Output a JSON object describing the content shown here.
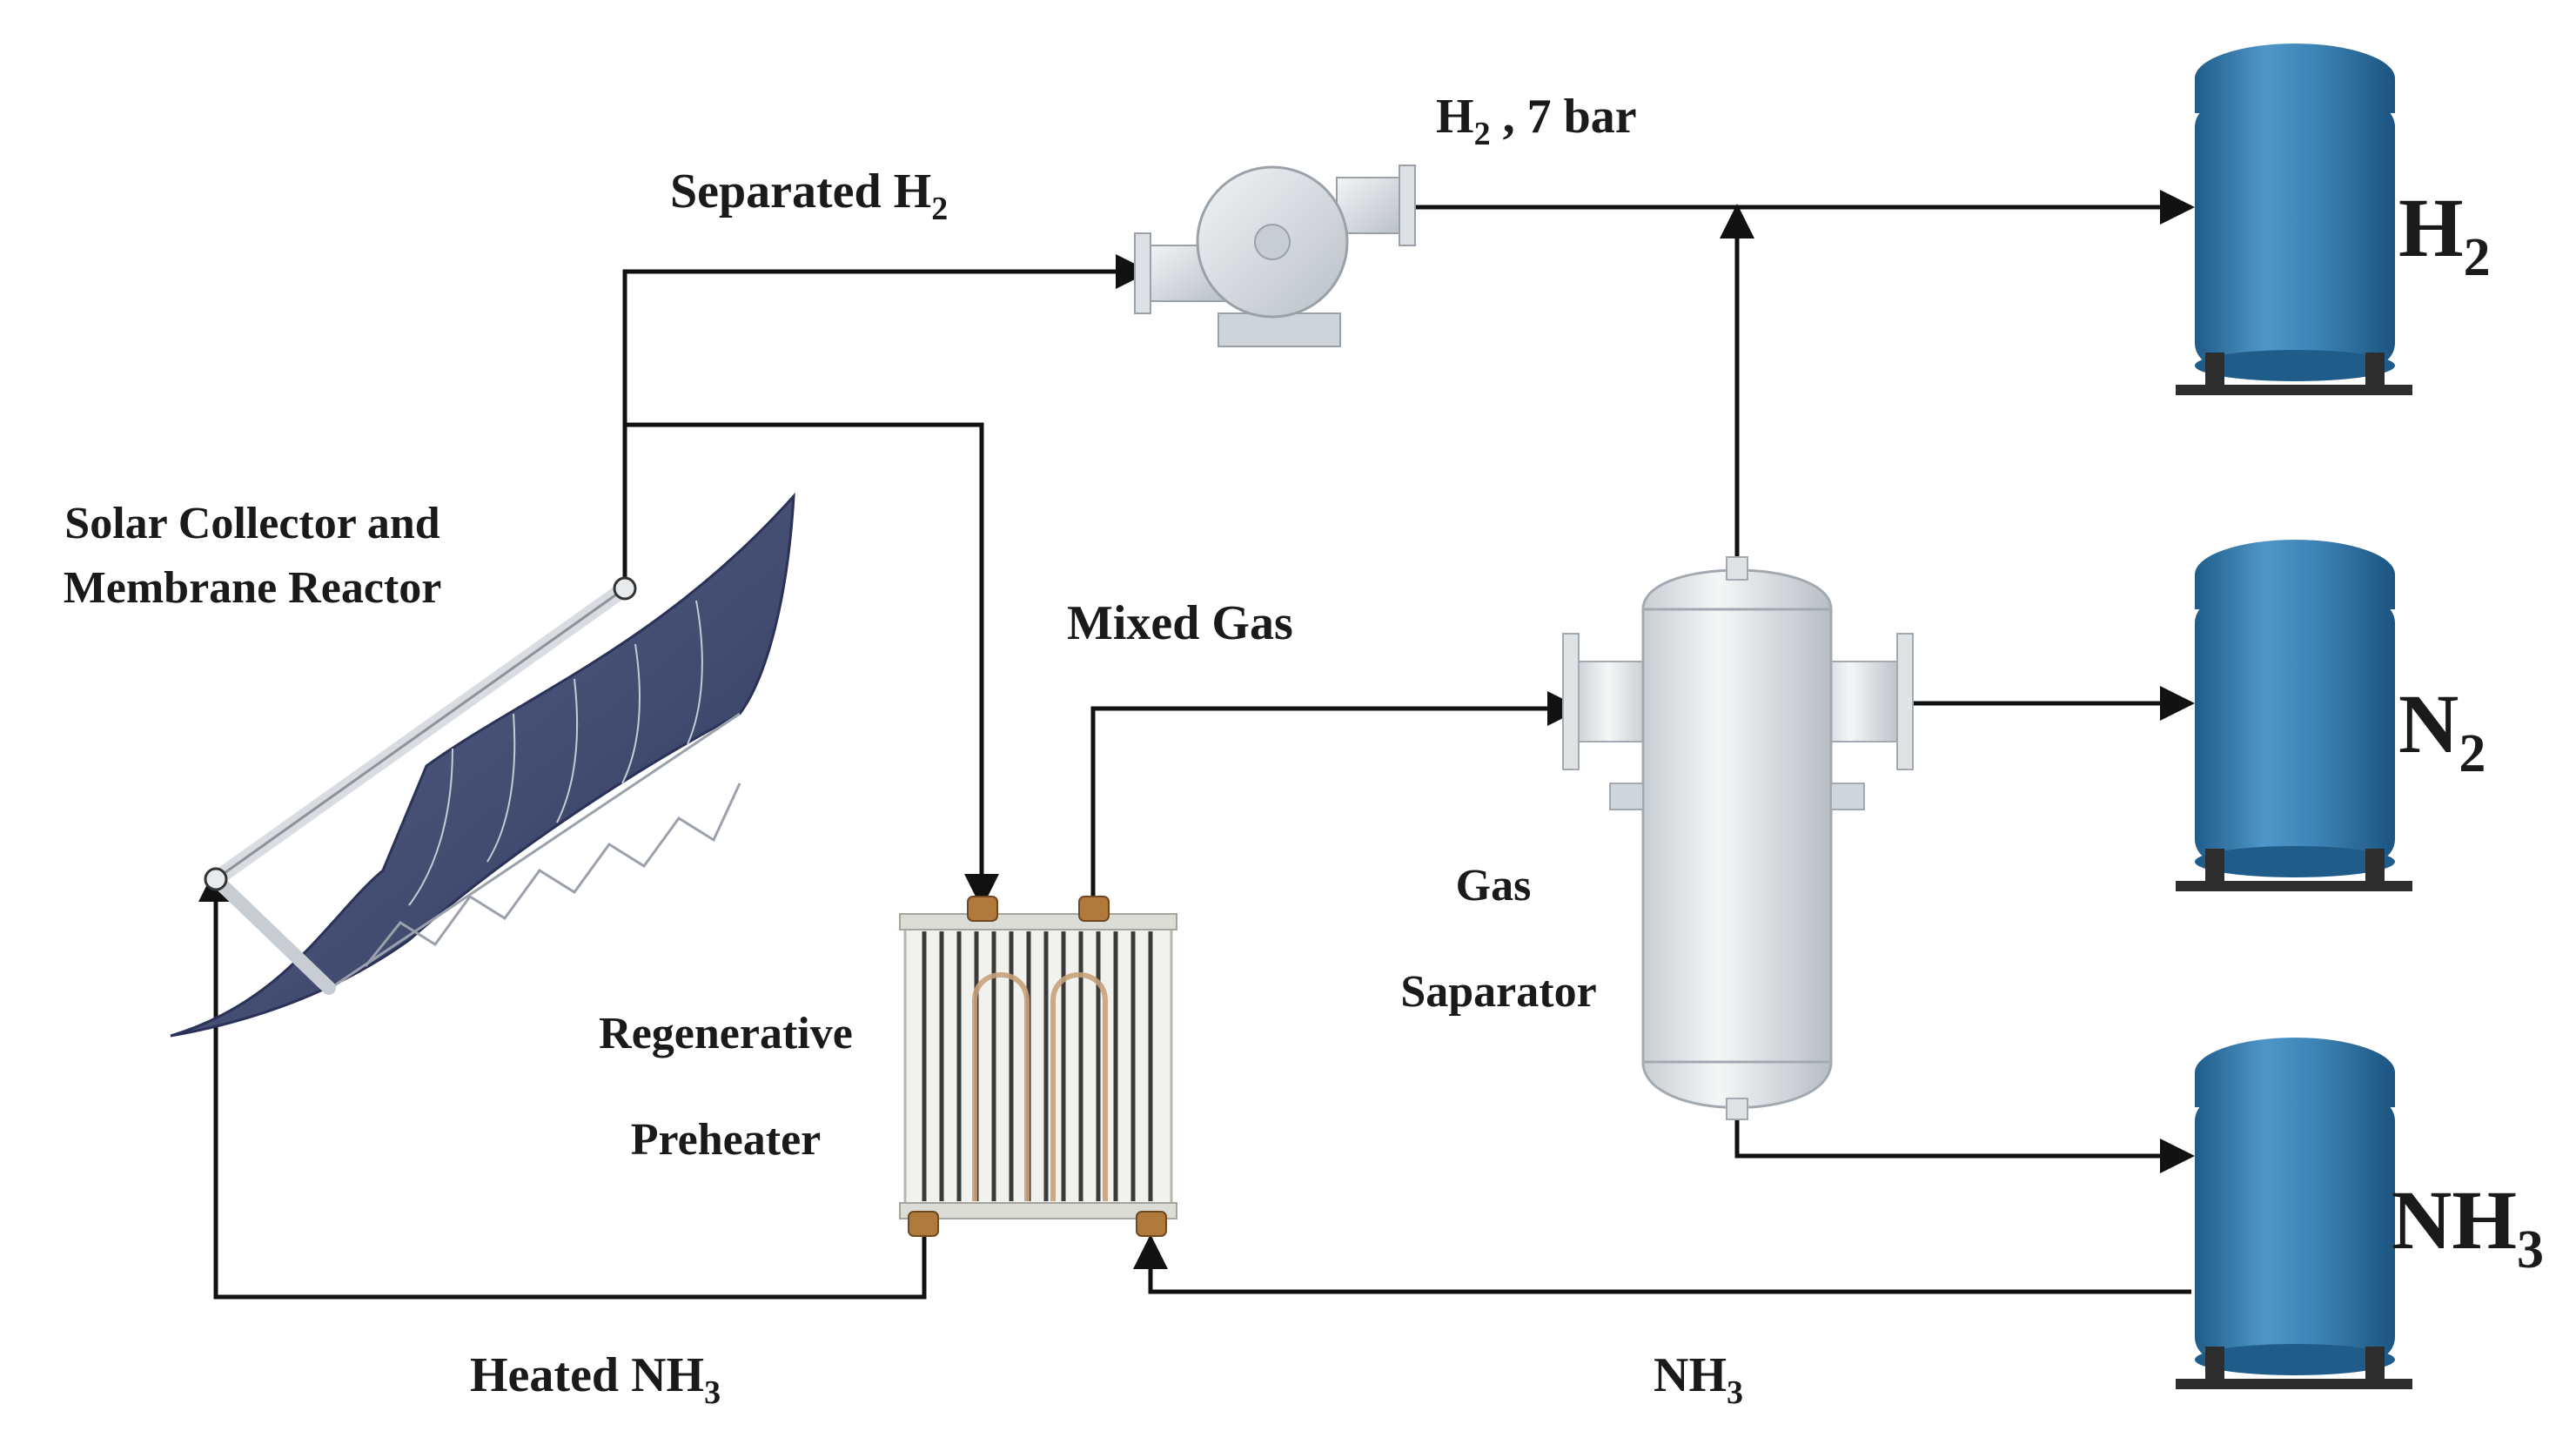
{
  "labels": {
    "solar_line1": "Solar Collector and",
    "solar_line2": "Membrane Reactor",
    "separated_h2": "Separated H",
    "separated_h2_sub": "2",
    "h2_pressure_main": "H",
    "h2_pressure_sub": "2",
    "h2_pressure_rest": " , 7 bar",
    "mixed_gas": "Mixed Gas",
    "regenerative": "Regenerative",
    "preheater": "Preheater",
    "gas": "Gas",
    "separator": "Saparator",
    "heated_nh3": "Heated NH",
    "heated_nh3_sub": "3",
    "nh3_return": "NH",
    "nh3_return_sub": "3"
  },
  "tanks": [
    {
      "main": "H",
      "sub": "2"
    },
    {
      "main": "N",
      "sub": "2"
    },
    {
      "main": "NH",
      "sub": "3"
    }
  ],
  "colors": {
    "tank_blue": "#3f86b8",
    "tank_dark": "#1f5c8a",
    "collector": "#4a5478",
    "collector_dark": "#2c3558",
    "line": "#111111",
    "vessel": "#e4e7ea"
  }
}
